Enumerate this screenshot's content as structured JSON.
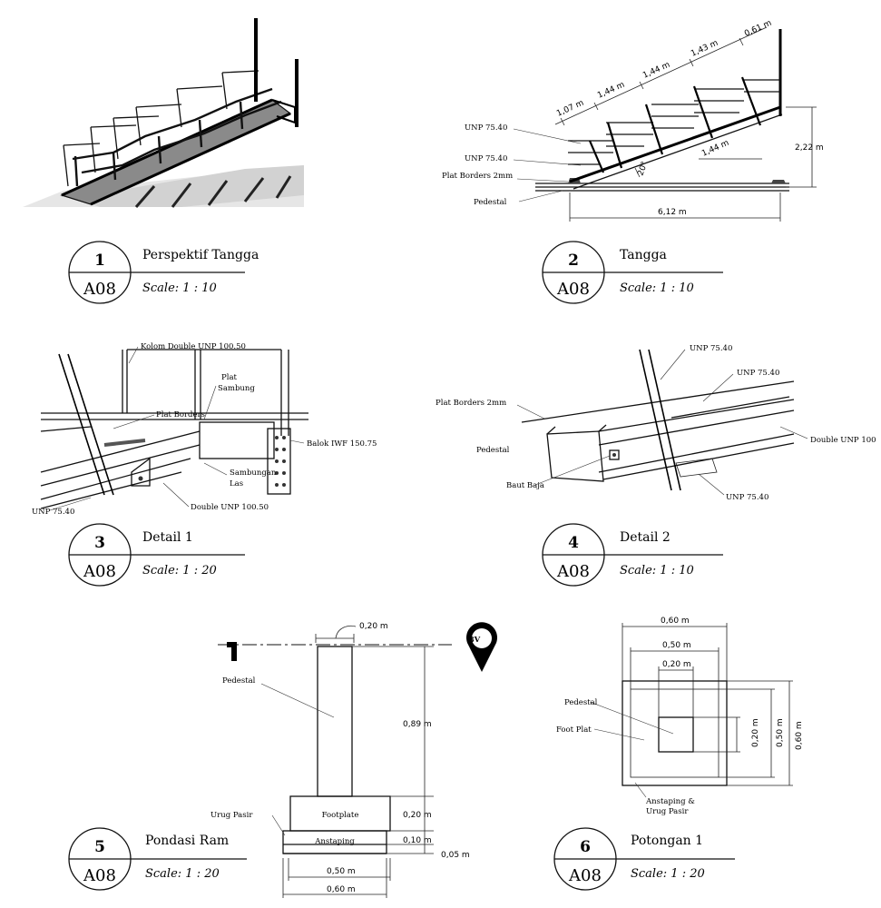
{
  "drawings": [
    {
      "number": "1",
      "sheet": "A08",
      "title": "Perspektif Tangga",
      "scale": "Scale:  1 : 10"
    },
    {
      "number": "2",
      "sheet": "A08",
      "title": "Tangga",
      "scale": "Scale:  1 : 10"
    },
    {
      "number": "3",
      "sheet": "A08",
      "title": "Detail 1",
      "scale": "Scale:  1 : 20"
    },
    {
      "number": "4",
      "sheet": "A08",
      "title": "Detail 2",
      "scale": "Scale:  1 : 10"
    },
    {
      "number": "5",
      "sheet": "A08",
      "title": "Pondasi Ram",
      "scale": "Scale:  1 : 20"
    },
    {
      "number": "6",
      "sheet": "A08",
      "title": "Potongan 1",
      "scale": "Scale:  1 : 20"
    }
  ],
  "tangga": {
    "labels": {
      "unp_a": "UNP 75.40",
      "unp_b": "UNP 75.40",
      "plat": "Plat Borders 2mm",
      "pedestal": "Pedestal"
    },
    "dims": {
      "d1": "1,07 m",
      "d2": "1,44 m",
      "d3": "1,44 m",
      "d4": "1,43 m",
      "d5": "0,61 m",
      "inner": "1,44 m",
      "height": "2,22 m",
      "length": "6,12 m",
      "angle": "20°"
    }
  },
  "detail1": {
    "labels": {
      "kolom": "Kolom Double UNP 100.50",
      "plat_sambung_1": "Plat",
      "plat_sambung_2": "Sambung",
      "plat_borders": "Plat Borders",
      "balok": "Balok IWF 150.75",
      "las_1": "Sambungan",
      "las_2": "Las",
      "double_unp": "Double UNP 100.50",
      "unp": "UNP 75.40"
    }
  },
  "detail2": {
    "labels": {
      "unp_top": "UNP 75.40",
      "unp_mid": "UNP 75.40",
      "plat": "Plat Borders 2mm",
      "pedestal": "Pedestal",
      "double": "Double UNP 100",
      "baut": "Baut Baja",
      "unp_bot": "UNP 75.40"
    }
  },
  "pondasi": {
    "labels": {
      "pedestal": "Pedestal",
      "footplate": "Footplate",
      "urug": "Urug Pasir",
      "anstamping": "Anstaping",
      "mark": "8V"
    },
    "dims": {
      "top": "0,20 m",
      "h1": "0,89 m",
      "h2": "0,20 m",
      "h3": "0,10 m",
      "h4": "0,05 m",
      "w1": "0,50 m",
      "w2": "0,60 m"
    }
  },
  "potongan": {
    "labels": {
      "pedestal": "Pedestal",
      "footplat": "Foot Plat",
      "anst_1": "Anstaping &",
      "anst_2": "Urug Pasir"
    },
    "dims": {
      "w60": "0,60 m",
      "w50": "0,50 m",
      "w20": "0,20 m",
      "v20": "0,20 m",
      "v50": "0,50 m",
      "v60": "0,60 m"
    }
  }
}
